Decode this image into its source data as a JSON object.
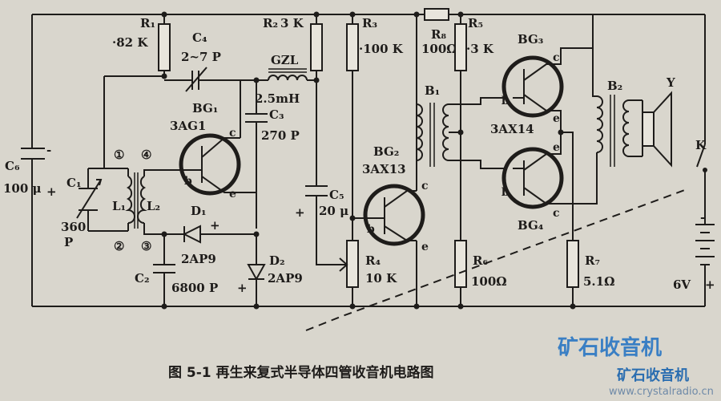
{
  "caption": "图 5-1   再生来复式半导体四管收音机电路图",
  "watermark": {
    "brand": "矿石收音机",
    "brand_small": "矿石收音机",
    "url": "www.crystalradio.cn"
  },
  "components": {
    "R1": {
      "ref": "R₁",
      "value": "·82 K"
    },
    "R2": {
      "ref": "R₂",
      "value": "3 K"
    },
    "R3": {
      "ref": "R₃",
      "value": "·100 K"
    },
    "R4": {
      "ref": "R₄",
      "value": "10 K"
    },
    "R5": {
      "ref": "R₅",
      "value": "·3 K"
    },
    "R6": {
      "ref": "R₆",
      "value": "100Ω"
    },
    "R7": {
      "ref": "R₇",
      "value": "5.1Ω"
    },
    "R8": {
      "ref": "R₈",
      "value": "100Ω"
    },
    "C1": {
      "ref": "C₁",
      "value": "360",
      "unit": "P"
    },
    "C2": {
      "ref": "C₂",
      "value": "6800 P"
    },
    "C3": {
      "ref": "C₃",
      "value": "270 P"
    },
    "C4": {
      "ref": "C₄",
      "value": "2~7 P"
    },
    "C5": {
      "ref": "C₅",
      "value": "20 μ"
    },
    "C6": {
      "ref": "C₆",
      "value": "100 μ"
    },
    "GZL": {
      "ref": "GZL",
      "value": "2.5mH"
    },
    "L1": {
      "ref": "L₁"
    },
    "L2": {
      "ref": "L₂"
    },
    "D1": {
      "ref": "D₁",
      "value": "2AP9"
    },
    "D2": {
      "ref": "D₂",
      "value": "2AP9"
    },
    "BG1": {
      "ref": "BG₁",
      "value": "3AG1"
    },
    "BG2": {
      "ref": "BG₂",
      "value": "3AX13"
    },
    "BG3": {
      "ref": "BG₃",
      "value": "3AX14"
    },
    "BG4": {
      "ref": "BG₄"
    },
    "B1": {
      "ref": "B₁"
    },
    "B2": {
      "ref": "B₂"
    },
    "speaker": {
      "ref": "Y"
    },
    "battery": {
      "value": "6V",
      "plus": "+",
      "minus": "-"
    },
    "switch": {
      "ref": "K"
    }
  },
  "terminals": {
    "t1": "①",
    "t2": "②",
    "t3": "③",
    "t4": "④"
  },
  "pins": {
    "b": "b",
    "c": "c",
    "e": "e"
  },
  "polarity": {
    "plus": "+",
    "minus": "-"
  }
}
